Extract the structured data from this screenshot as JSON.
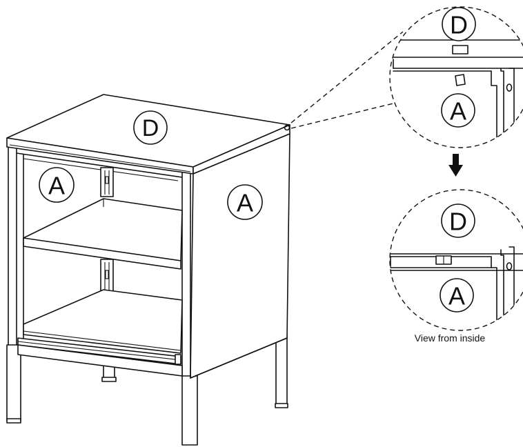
{
  "labels": {
    "top_panel": "D",
    "back_panel": "A",
    "side_panel": "A",
    "detail_top_upper": "D",
    "detail_top_lower": "A",
    "detail_bottom_upper": "D",
    "detail_bottom_lower": "A"
  },
  "caption": "View from inside"
}
